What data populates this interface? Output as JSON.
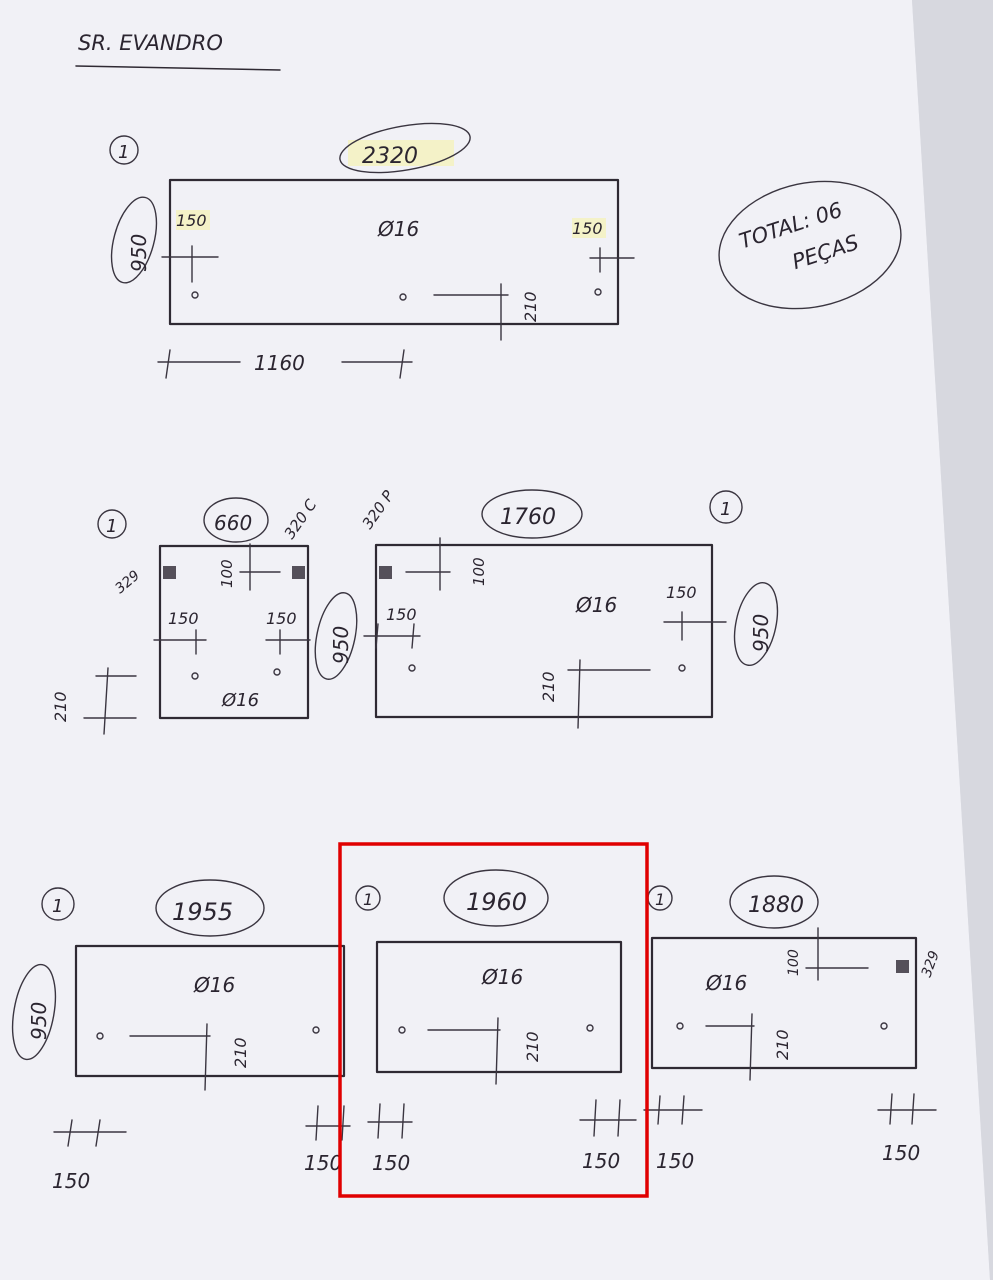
{
  "header": {
    "client": "SR. EVANDRO"
  },
  "total_note": {
    "line1": "TOTAL: 06",
    "line2": "PEÇAS"
  },
  "piece_common": {
    "qty": "1",
    "hole": "Ø16",
    "dim_150": "150",
    "dim_210": "210",
    "dim_100": "100",
    "dim_950": "950",
    "dim_329": "329"
  },
  "piece1": {
    "width": "2320",
    "half": "1160"
  },
  "piece2": {
    "width": "660",
    "note_c": "320 C"
  },
  "piece3": {
    "width": "1760",
    "note_p": "320 P"
  },
  "piece4": {
    "width": "1955"
  },
  "piece5": {
    "width": "1960"
  },
  "piece6": {
    "width": "1880"
  },
  "colors": {
    "highlight_box": "#e00000",
    "ink": "#2f2a33",
    "paper": "#f1f1f6",
    "marker_yellow": "#f4f2c8"
  }
}
